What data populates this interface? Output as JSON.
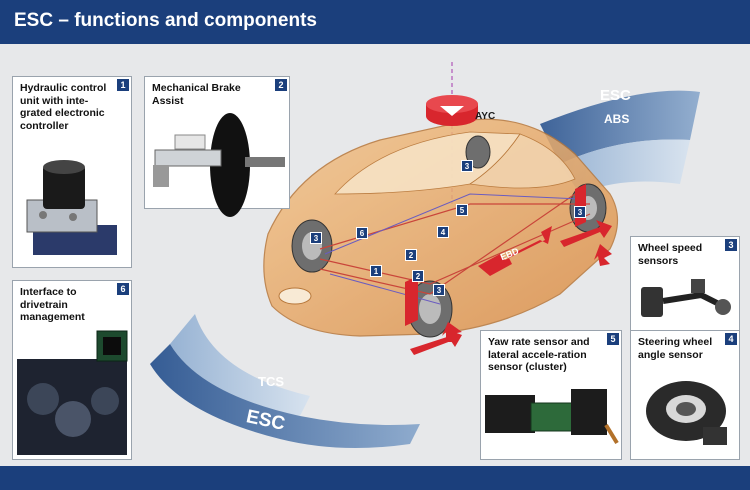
{
  "header": {
    "title": "ESC – functions and components"
  },
  "arc": {
    "esc_top": "ESC",
    "abs": "ABS",
    "tcs": "TCS",
    "esc_bottom": "ESC"
  },
  "car_labels": {
    "ayc": "AYC",
    "ebd": "EBD"
  },
  "components": [
    {
      "number": "1",
      "label": "Hydraulic control unit with inte-grated electronic controller"
    },
    {
      "number": "2",
      "label": "Mechanical Brake Assist"
    },
    {
      "number": "3",
      "label": "Wheel speed sensors"
    },
    {
      "number": "4",
      "label": "Steering wheel angle sensor"
    },
    {
      "number": "5",
      "label": "Yaw rate sensor and lateral accele-ration sensor (cluster)"
    },
    {
      "number": "6",
      "label": "Interface to drivetrain management"
    }
  ],
  "car_badges": [
    "1",
    "2",
    "3",
    "3",
    "3",
    "4",
    "5",
    "6",
    "2",
    "3"
  ],
  "colors": {
    "header": "#1b3f7c",
    "arc": "#5b7fad",
    "car": "#e9a45a",
    "arrow": "#d8262d"
  }
}
